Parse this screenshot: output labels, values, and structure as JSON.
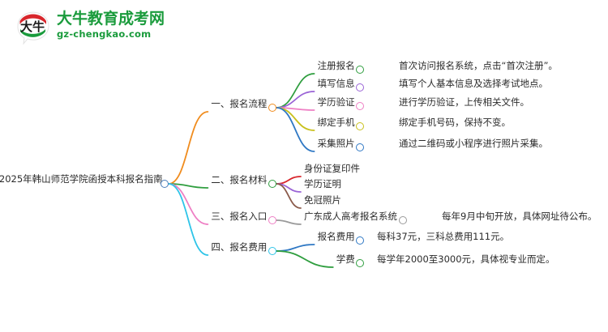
{
  "brand": {
    "logo_icon": "daniu-speech-bubble-logo",
    "mark_text": "大牛",
    "name_cn": "大牛教育成考网",
    "name_en": "gz-chengkao.com",
    "color": "#1a9b3c",
    "accent_red": "#d8262c"
  },
  "mindmap": {
    "type": "mindmap",
    "root": {
      "label": "2025年韩山师范学院函授本科报名指南",
      "node_color": "#4a7ebb",
      "underline_color": "#4a7ebb"
    },
    "branches": [
      {
        "label": "一、报名流程",
        "node_color": "#f08c1e",
        "edge_color": "#f08c1e",
        "children": [
          {
            "label": "注册报名",
            "node_color": "#2f9e3f",
            "edge_color": "#2f9e3f",
            "detail": "首次访问报名系统，点击“首次注册”。",
            "detail_color": "#e05a5a"
          },
          {
            "label": "填写信息",
            "node_color": "#9a63d6",
            "edge_color": "#9a63d6",
            "detail": "填写个人基本信息及选择考试地点。",
            "detail_color": "#7a4a3a"
          },
          {
            "label": "学历验证",
            "node_color": "#ee7fc4",
            "edge_color": "#ee7fc4",
            "detail": "进行学历验证，上传相关文件。",
            "detail_color": "#8f8f8f"
          },
          {
            "label": "绑定手机",
            "node_color": "#c9c01b",
            "edge_color": "#c9c01b",
            "detail": "绑定手机号码，保持不变。",
            "detail_color": "#2ec4e8"
          },
          {
            "label": "采集照片",
            "node_color": "#2f78c4",
            "edge_color": "#2f78c4",
            "detail": "通过二维码或小程序进行照片采集。",
            "detail_color": "#f08c1e"
          }
        ]
      },
      {
        "label": "二、报名材料",
        "node_color": "#2f9e3f",
        "edge_color": "#2f9e3f",
        "children": [
          {
            "label": "身份证复印件",
            "node_color": "#d8262c",
            "edge_color": "#d8262c",
            "detail": "",
            "detail_color": ""
          },
          {
            "label": "学历证明",
            "node_color": "#9a63d6",
            "edge_color": "#9a63d6",
            "detail": "",
            "detail_color": ""
          },
          {
            "label": "免冠照片",
            "node_color": "#8a5a4a",
            "edge_color": "#8a5a4a",
            "detail": "",
            "detail_color": ""
          }
        ]
      },
      {
        "label": "三、报名入口",
        "node_color": "#ee7fc4",
        "edge_color": "#ee7fc4",
        "children": [
          {
            "label": "广东成人高考报名系统",
            "node_color": "#9a9a9a",
            "edge_color": "#9a9a9a",
            "detail": "每年9月中旬开放，具体网址待公布。",
            "detail_color": "#c9c01b"
          }
        ]
      },
      {
        "label": "四、报名费用",
        "node_color": "#2ec4e8",
        "edge_color": "#2ec4e8",
        "children": [
          {
            "label": "报名费用",
            "node_color": "#2f78c4",
            "edge_color": "#2f78c4",
            "detail": "每科37元，三科总费用111元。",
            "detail_color": "#f08c1e"
          },
          {
            "label": "学费",
            "node_color": "#2f9e3f",
            "edge_color": "#2f9e3f",
            "detail": "每学年2000至3000元，具体视专业而定。",
            "detail_color": "#e05a5a"
          }
        ]
      }
    ]
  }
}
